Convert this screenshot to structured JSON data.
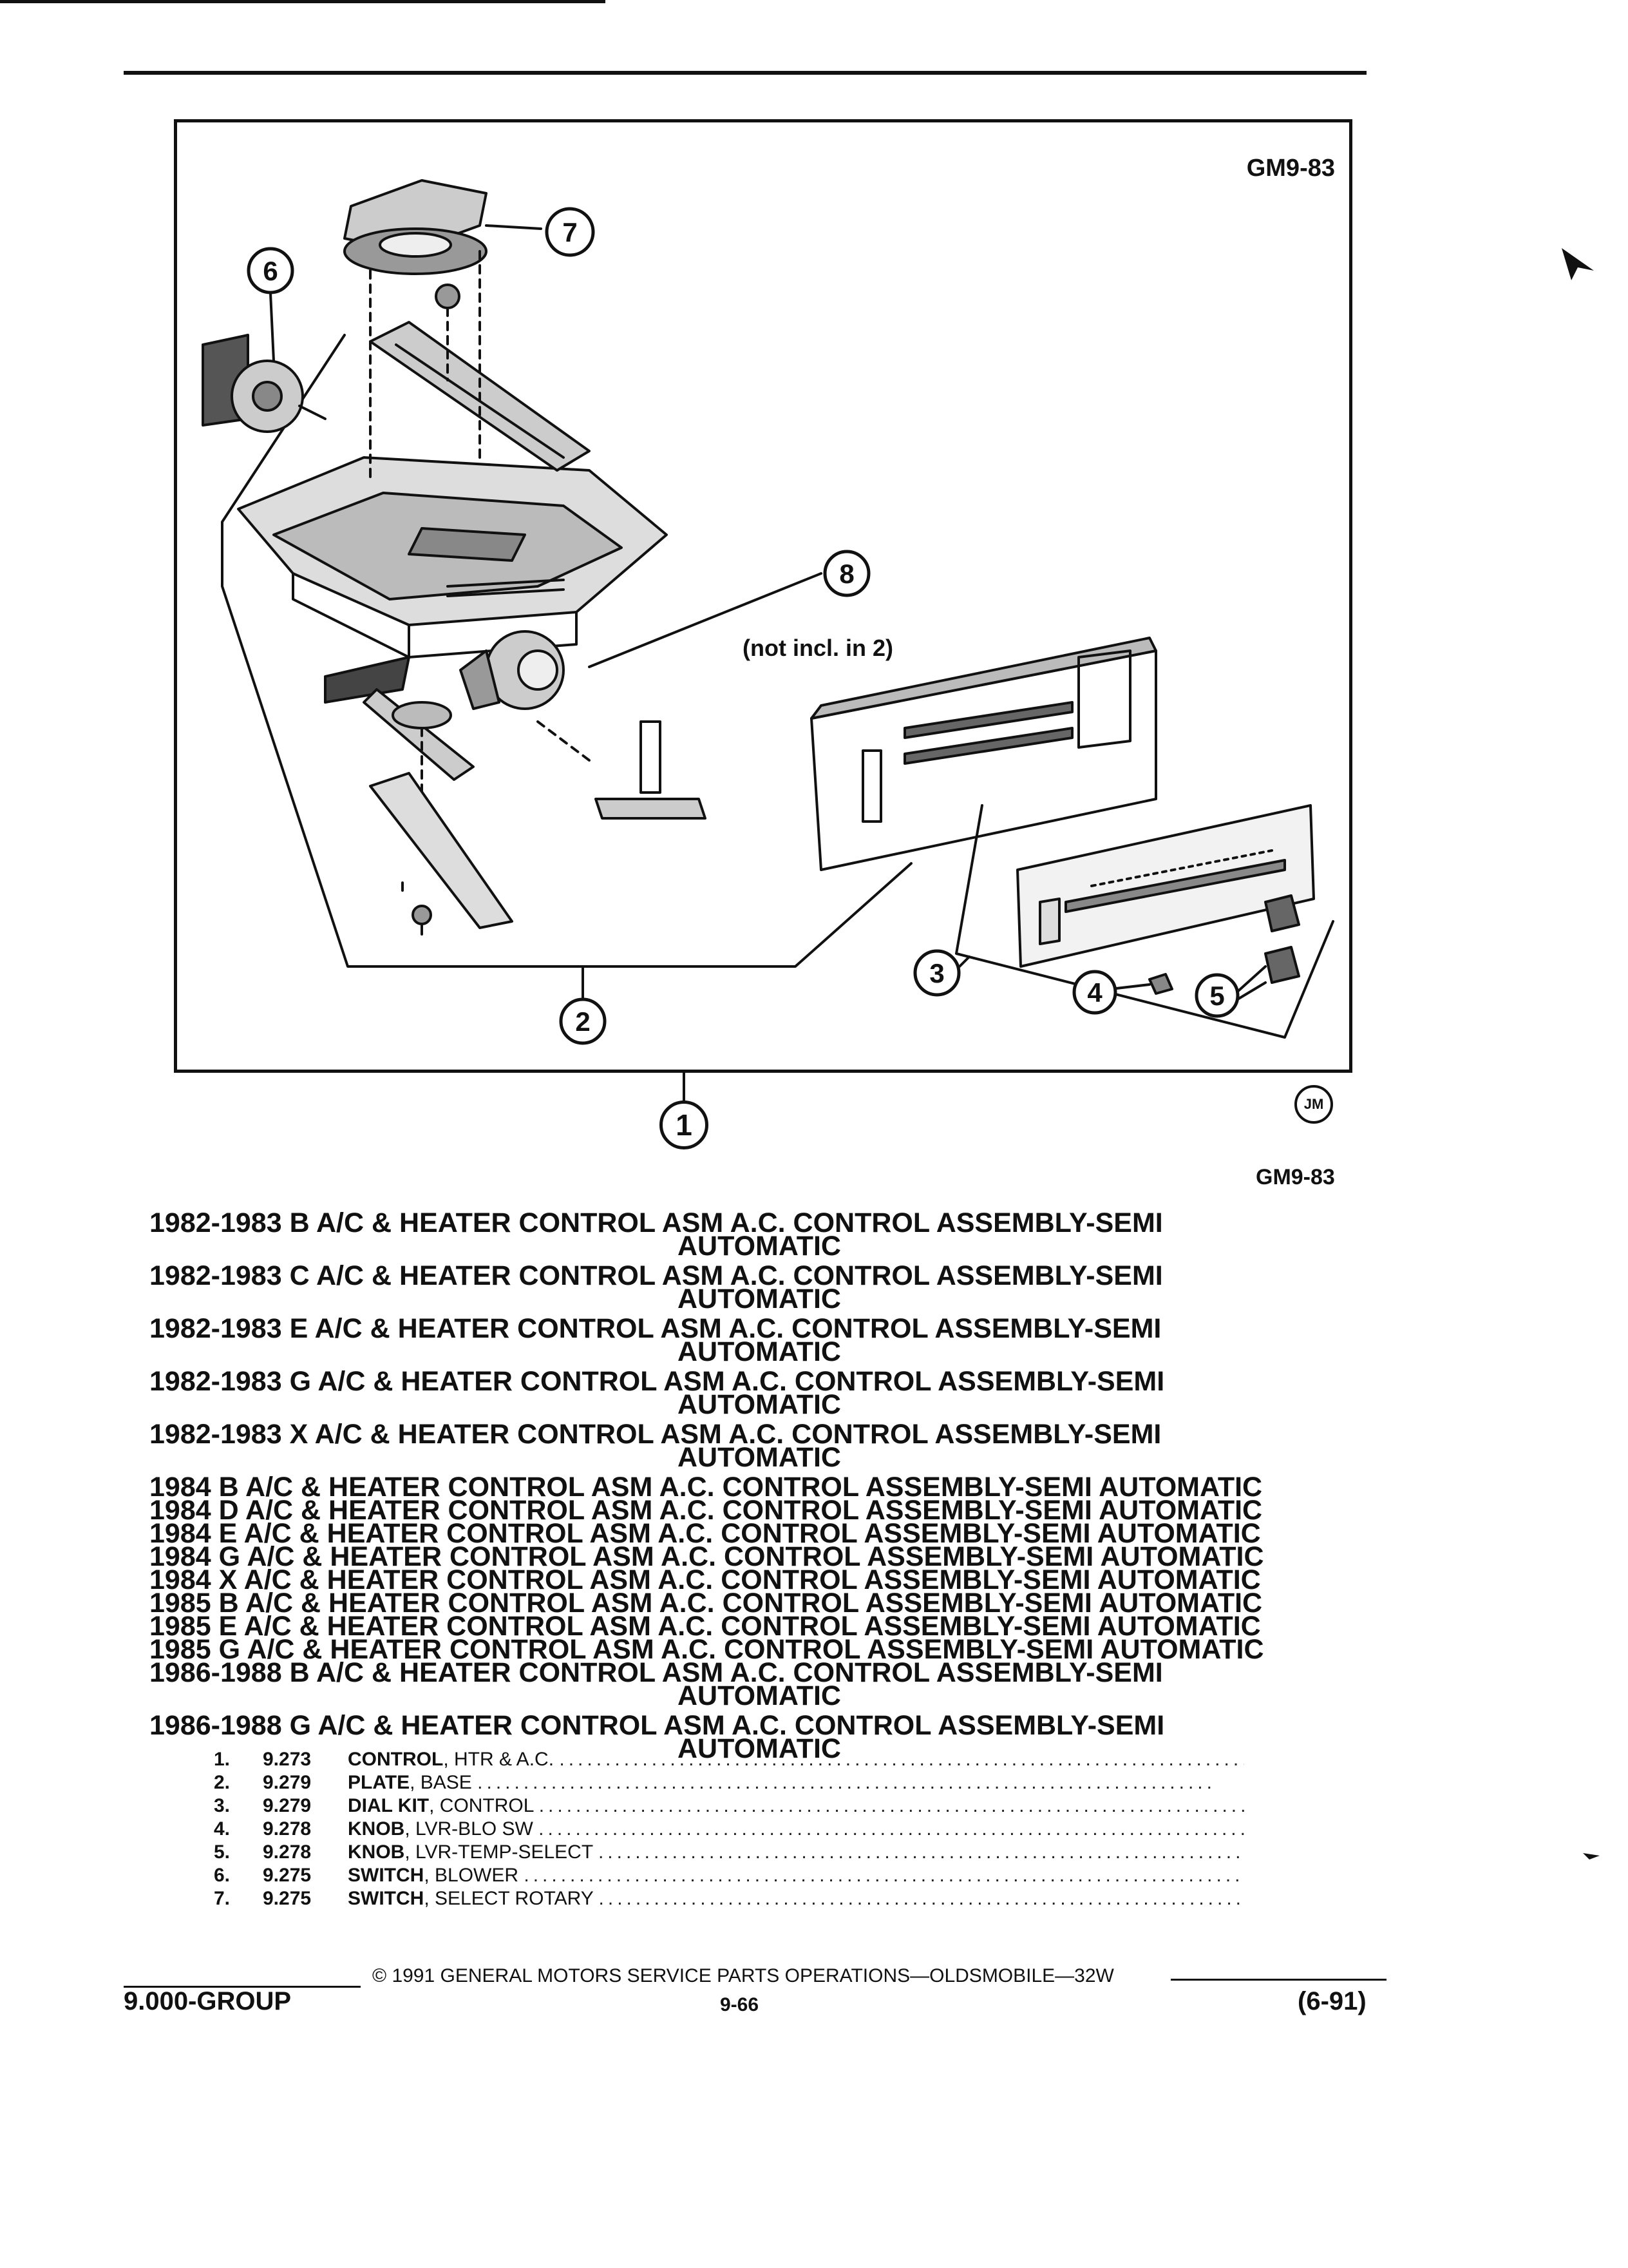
{
  "header": {
    "figure_code": "GM9-83"
  },
  "diagram": {
    "callouts": [
      "1",
      "2",
      "3",
      "4",
      "5",
      "6",
      "7",
      "8"
    ],
    "note": "(not incl. in 2)",
    "logo": "JM"
  },
  "figure_caption": "GM9-83",
  "applications": [
    {
      "line1": "1982-1983 B A/C & HEATER CONTROL ASM A.C. CONTROL ASSEMBLY-SEMI",
      "line2": "AUTOMATIC"
    },
    {
      "line1": "1982-1983 C A/C & HEATER CONTROL ASM A.C. CONTROL ASSEMBLY-SEMI",
      "line2": "AUTOMATIC"
    },
    {
      "line1": "1982-1983 E A/C & HEATER CONTROL ASM A.C. CONTROL ASSEMBLY-SEMI",
      "line2": "AUTOMATIC"
    },
    {
      "line1": "1982-1983 G A/C & HEATER CONTROL ASM A.C. CONTROL ASSEMBLY-SEMI",
      "line2": "AUTOMATIC"
    },
    {
      "line1": "1982-1983 X A/C & HEATER CONTROL ASM A.C. CONTROL ASSEMBLY-SEMI",
      "line2": "AUTOMATIC"
    },
    {
      "line1": "1984 B A/C & HEATER CONTROL ASM A.C. CONTROL ASSEMBLY-SEMI AUTOMATIC",
      "line2": ""
    },
    {
      "line1": "1984 D A/C & HEATER CONTROL ASM A.C. CONTROL ASSEMBLY-SEMI AUTOMATIC",
      "line2": ""
    },
    {
      "line1": "1984 E A/C & HEATER CONTROL ASM A.C. CONTROL ASSEMBLY-SEMI AUTOMATIC",
      "line2": ""
    },
    {
      "line1": "1984 G A/C & HEATER CONTROL ASM A.C. CONTROL ASSEMBLY-SEMI AUTOMATIC",
      "line2": ""
    },
    {
      "line1": "1984 X A/C & HEATER CONTROL ASM A.C. CONTROL ASSEMBLY-SEMI AUTOMATIC",
      "line2": ""
    },
    {
      "line1": "1985 B A/C & HEATER CONTROL ASM A.C. CONTROL ASSEMBLY-SEMI AUTOMATIC",
      "line2": ""
    },
    {
      "line1": "1985 E A/C & HEATER CONTROL ASM A.C. CONTROL ASSEMBLY-SEMI AUTOMATIC",
      "line2": ""
    },
    {
      "line1": "1985 G A/C & HEATER CONTROL ASM A.C. CONTROL ASSEMBLY-SEMI AUTOMATIC",
      "line2": ""
    },
    {
      "line1": "1986-1988 B A/C & HEATER CONTROL ASM A.C. CONTROL ASSEMBLY-SEMI",
      "line2": "AUTOMATIC"
    },
    {
      "line1": "1986-1988 G A/C & HEATER CONTROL ASM A.C. CONTROL ASSEMBLY-SEMI",
      "line2": "AUTOMATIC"
    }
  ],
  "parts": [
    {
      "num": "1.",
      "group": "9.273",
      "name": "CONTROL",
      "detail": ", HTR & A.C."
    },
    {
      "num": "2.",
      "group": "9.279",
      "name": "PLATE",
      "detail": ", BASE"
    },
    {
      "num": "3.",
      "group": "9.279",
      "name": "DIAL KIT",
      "detail": ", CONTROL"
    },
    {
      "num": "4.",
      "group": "9.278",
      "name": "KNOB",
      "detail": ", LVR-BLO SW"
    },
    {
      "num": "5.",
      "group": "9.278",
      "name": "KNOB",
      "detail": ", LVR-TEMP-SELECT"
    },
    {
      "num": "6.",
      "group": "9.275",
      "name": "SWITCH",
      "detail": ", BLOWER"
    },
    {
      "num": "7.",
      "group": "9.275",
      "name": "SWITCH",
      "detail": ", SELECT ROTARY"
    }
  ],
  "footer": {
    "copyright": "© 1991 GENERAL MOTORS SERVICE PARTS OPERATIONS—OLDSMOBILE—32W",
    "group": "9.000-GROUP",
    "page": "9-66",
    "revision": "(6-91)"
  }
}
